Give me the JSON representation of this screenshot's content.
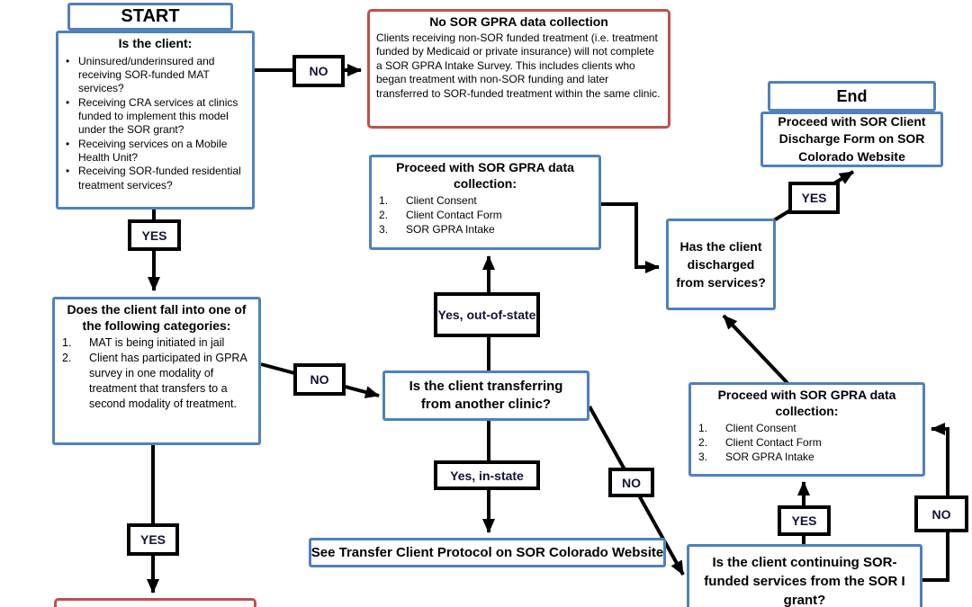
{
  "colors": {
    "node_border_blue": "#4F81BD",
    "node_border_red": "#C0504D",
    "connector_black": "#000000",
    "decision_label_text": "#131339"
  },
  "labels": {
    "yes": "YES",
    "no": "NO"
  },
  "nodes": {
    "start": {
      "label": "START"
    },
    "client_question": {
      "title": "Is the client:",
      "bullets": [
        "Uninsured/underinsured and receiving SOR-funded MAT services?",
        "Receiving CRA services at clinics funded to implement this model under the SOR grant?",
        "Receiving services on a Mobile Health Unit?",
        "Receiving SOR-funded residential treatment services?"
      ]
    },
    "no_sor": {
      "title": "No SOR GPRA data collection",
      "body": "Clients receiving non-SOR funded treatment (i.e. treatment funded by Medicaid or private insurance) will not complete a SOR GPRA Intake Survey. This includes clients who began treatment with non-SOR funding and later transferred to SOR-funded treatment within the same clinic."
    },
    "proceed_mid": {
      "title": "Proceed with SOR GPRA data collection:",
      "items": [
        "Client Consent",
        "Client Contact Form",
        "SOR GPRA Intake"
      ]
    },
    "proceed_right": {
      "title": "Proceed with SOR GPRA data collection:",
      "items": [
        "Client Consent",
        "Client Contact Form",
        "SOR GPRA Intake"
      ]
    },
    "end": {
      "label": "End"
    },
    "end_sub": {
      "text": "Proceed with SOR Client Discharge Form on SOR Colorado Website"
    },
    "discharged": {
      "text": "Has the client discharged from services?"
    },
    "yes_out_of_state": {
      "label": "Yes, out-of-state"
    },
    "transferring": {
      "text": "Is the client transferring from another clinic?"
    },
    "yes_in_state": {
      "label": "Yes, in-state"
    },
    "see_transfer": {
      "text": "See Transfer Client Protocol on SOR Colorado Website"
    },
    "does_fall": {
      "title": "Does the client fall into one of the following categories:",
      "items": [
        "MAT is being initiated in jail",
        "Client has participated in GPRA survey in one modality of treatment that transfers to a second modality of treatment."
      ]
    },
    "continuing": {
      "text": "Is the client continuing SOR-funded services from the SOR I grant?"
    }
  }
}
